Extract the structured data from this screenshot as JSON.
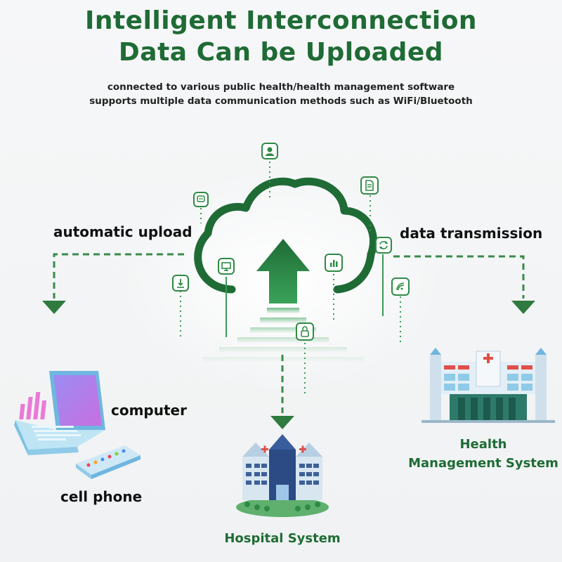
{
  "header": {
    "title_line1": "Intelligent Interconnection",
    "title_line2": "Data Can be Uploaded",
    "subtitle_line1": "connected to various public health/health management software",
    "subtitle_line2": "supports multiple data communication methods such as WiFi/Bluetooth"
  },
  "flows": {
    "left": "automatic upload",
    "right": "data transmission"
  },
  "devices": {
    "computer": "computer",
    "phone": "cell phone"
  },
  "systems": {
    "hospital": "Hospital System",
    "health_line1": "Health",
    "health_line2": "Management System"
  },
  "colors": {
    "brand_green": "#1f6b35",
    "line_green": "#2f8a45",
    "hospital_red": "#e0504a"
  },
  "icons": [
    "user-icon",
    "chat-icon",
    "document-icon",
    "sync-icon",
    "monitor-icon",
    "bar-chart-icon",
    "download-icon",
    "wifi-icon",
    "lock-icon"
  ]
}
